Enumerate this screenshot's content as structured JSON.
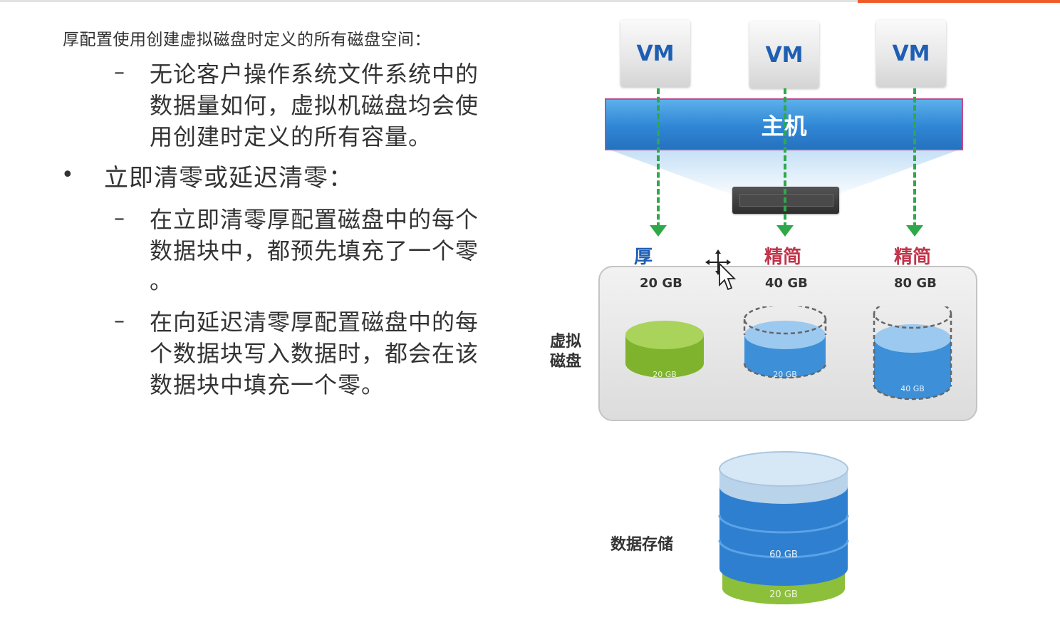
{
  "intro": "厚配置使用创建虚拟磁盘时定义的所有磁盘空间：",
  "sub1": [
    "无论客户操作系统文件系统中的",
    "数据量如何，虚拟机磁盘均会使",
    "用创建时定义的所有容量。"
  ],
  "bullet2": "立即清零或延迟清零：",
  "sub2": [
    "在立即清零厚配置磁盘中的每个",
    "数据块中，都预先填充了一个零",
    "。"
  ],
  "sub3": [
    "在向延迟清零厚配置磁盘中的每",
    "个数据块写入数据时，都会在该",
    "数据块中填充一个零。"
  ],
  "dash": "–",
  "bullet_mark": "•",
  "diagram": {
    "vms": [
      "VM",
      "VM",
      "VM"
    ],
    "host": "主机",
    "types": [
      {
        "label": "厚",
        "color": "#1f5fb3"
      },
      {
        "label": "精简",
        "color": "#c0344a"
      },
      {
        "label": "精简",
        "color": "#c0344a"
      }
    ],
    "capacities": [
      "20 GB",
      "40 GB",
      "80 GB"
    ],
    "used": [
      "20 GB",
      "20 GB",
      "40 GB"
    ],
    "virtual_disk_label": [
      "虚拟",
      "磁盘"
    ],
    "datastore_label": "数据存储",
    "datastore_segments": [
      "60 GB",
      "20 GB"
    ],
    "colors": {
      "thick": "#8fc33a",
      "thin": "#3d8fd8",
      "arrow": "#2fa84a",
      "host": "#2f86d4"
    }
  }
}
